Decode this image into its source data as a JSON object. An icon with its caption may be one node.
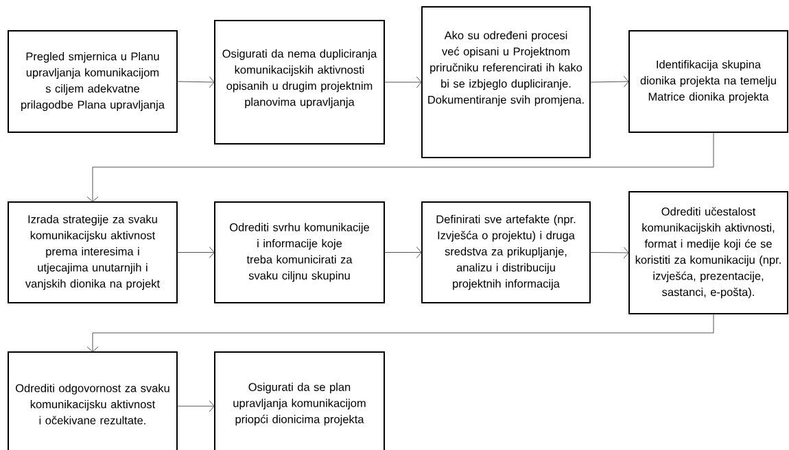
{
  "diagram": {
    "nodes": [
      {
        "text": [
          "Pregled smjernica u Planu upravljanja komunikacijom s ciljem adekvatne prilagodbe Plana upravljanja"
        ]
      },
      {
        "text": [
          "Osigurati da nema dupliciranja komunikacijskih aktivnosti opisanih u drugim projektnim planovima upravljanja"
        ]
      },
      {
        "text": [
          "Ako su određeni procesi već opisani u Projektnom priručniku  referencirati ih kako bi se izbjeglo dupliciranje. Dokumentiranje svih promjena."
        ]
      },
      {
        "text": [
          "Identifikacija skupina dionika projekta na temelju Matrice dionika projekta"
        ]
      },
      {
        "text": [
          "Izrada strategije za svaku komunikacijsku aktivnost prema interesima i utjecajima unutarnjih i vanjskih dionika na projekt"
        ]
      },
      {
        "text": [
          "Odrediti svrhu komunikacije i informacije koje treba komunicirati za svaku ciljnu skupinu"
        ]
      },
      {
        "text": [
          "Definirati sve artefakte (npr. Izvješća o projektu) i druga sredstva za prikupljanje, analizu i distribuciju projektnih informacija"
        ]
      },
      {
        "text": [
          "Odrediti učestalost komunikacijskih aktivnosti, format i medije koji će se koristiti za komunikaciju (npr. izvješća, prezentacije, sastanci, e-pošta)."
        ]
      },
      {
        "text": [
          "Odrediti odgovornost za svaku komunikacijsku aktivnost i očekivane rezultate."
        ]
      },
      {
        "text": [
          "Osigurati da se plan upravljanja komunikacijom priopći dionicima projekta"
        ]
      }
    ],
    "edges": [
      {
        "from": 0,
        "to": 1,
        "arrow": "to"
      },
      {
        "from": 1,
        "to": 2,
        "arrow": "to"
      },
      {
        "from": 2,
        "to": 3,
        "arrow": "to"
      },
      {
        "from": 3,
        "to": 4,
        "arrow": "to"
      },
      {
        "from": 4,
        "to": 5,
        "arrow": "to"
      },
      {
        "from": 5,
        "to": 6,
        "arrow": "to"
      },
      {
        "from": 6,
        "to": 7,
        "arrow": "to"
      },
      {
        "from": 7,
        "to": 8,
        "arrow": "to"
      },
      {
        "from": 8,
        "to": 9,
        "arrow": "to"
      }
    ]
  }
}
